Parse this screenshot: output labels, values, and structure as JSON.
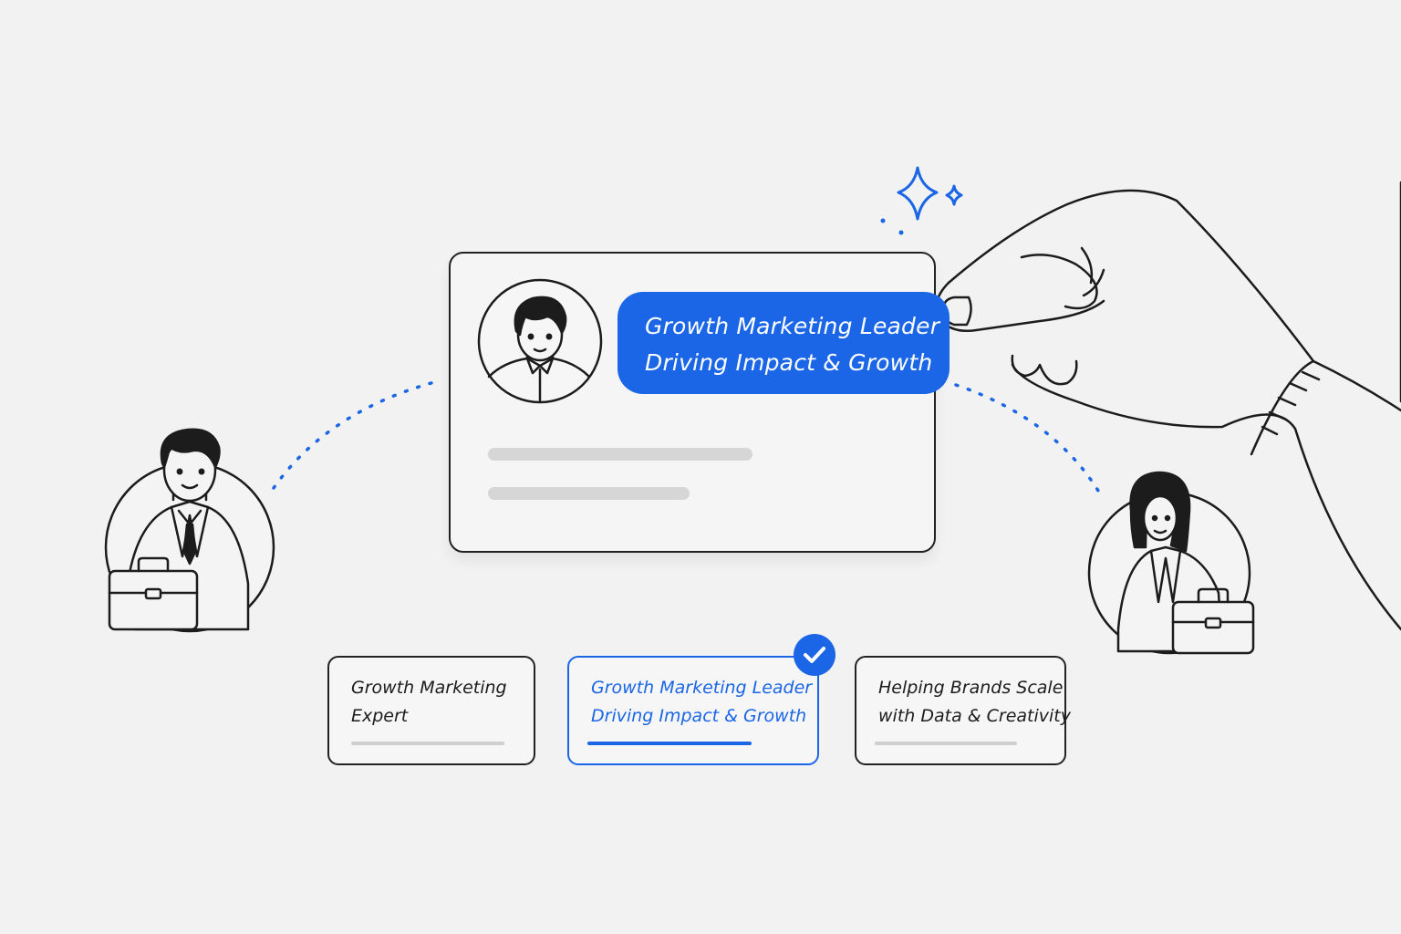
{
  "headline": {
    "line1": "Growth Marketing Leader",
    "line2": "Driving Impact & Growth"
  },
  "options": [
    {
      "line1": "Growth Marketing",
      "line2": "Expert",
      "selected": false
    },
    {
      "line1": "Growth Marketing Leader",
      "line2": "Driving Impact & Growth",
      "selected": true
    },
    {
      "line1": "Helping Brands Scale",
      "line2": "with Data & Creativity",
      "selected": false
    }
  ],
  "colors": {
    "accent": "#1a66e6",
    "ink": "#222222",
    "background": "#f2f2f2",
    "skeleton": "#d6d6d6"
  },
  "icons": [
    "avatar-man-icon",
    "businessman-icon",
    "businesswoman-icon",
    "briefcase-icon",
    "hand-icon",
    "sparkle-icon",
    "checkmark-icon"
  ]
}
